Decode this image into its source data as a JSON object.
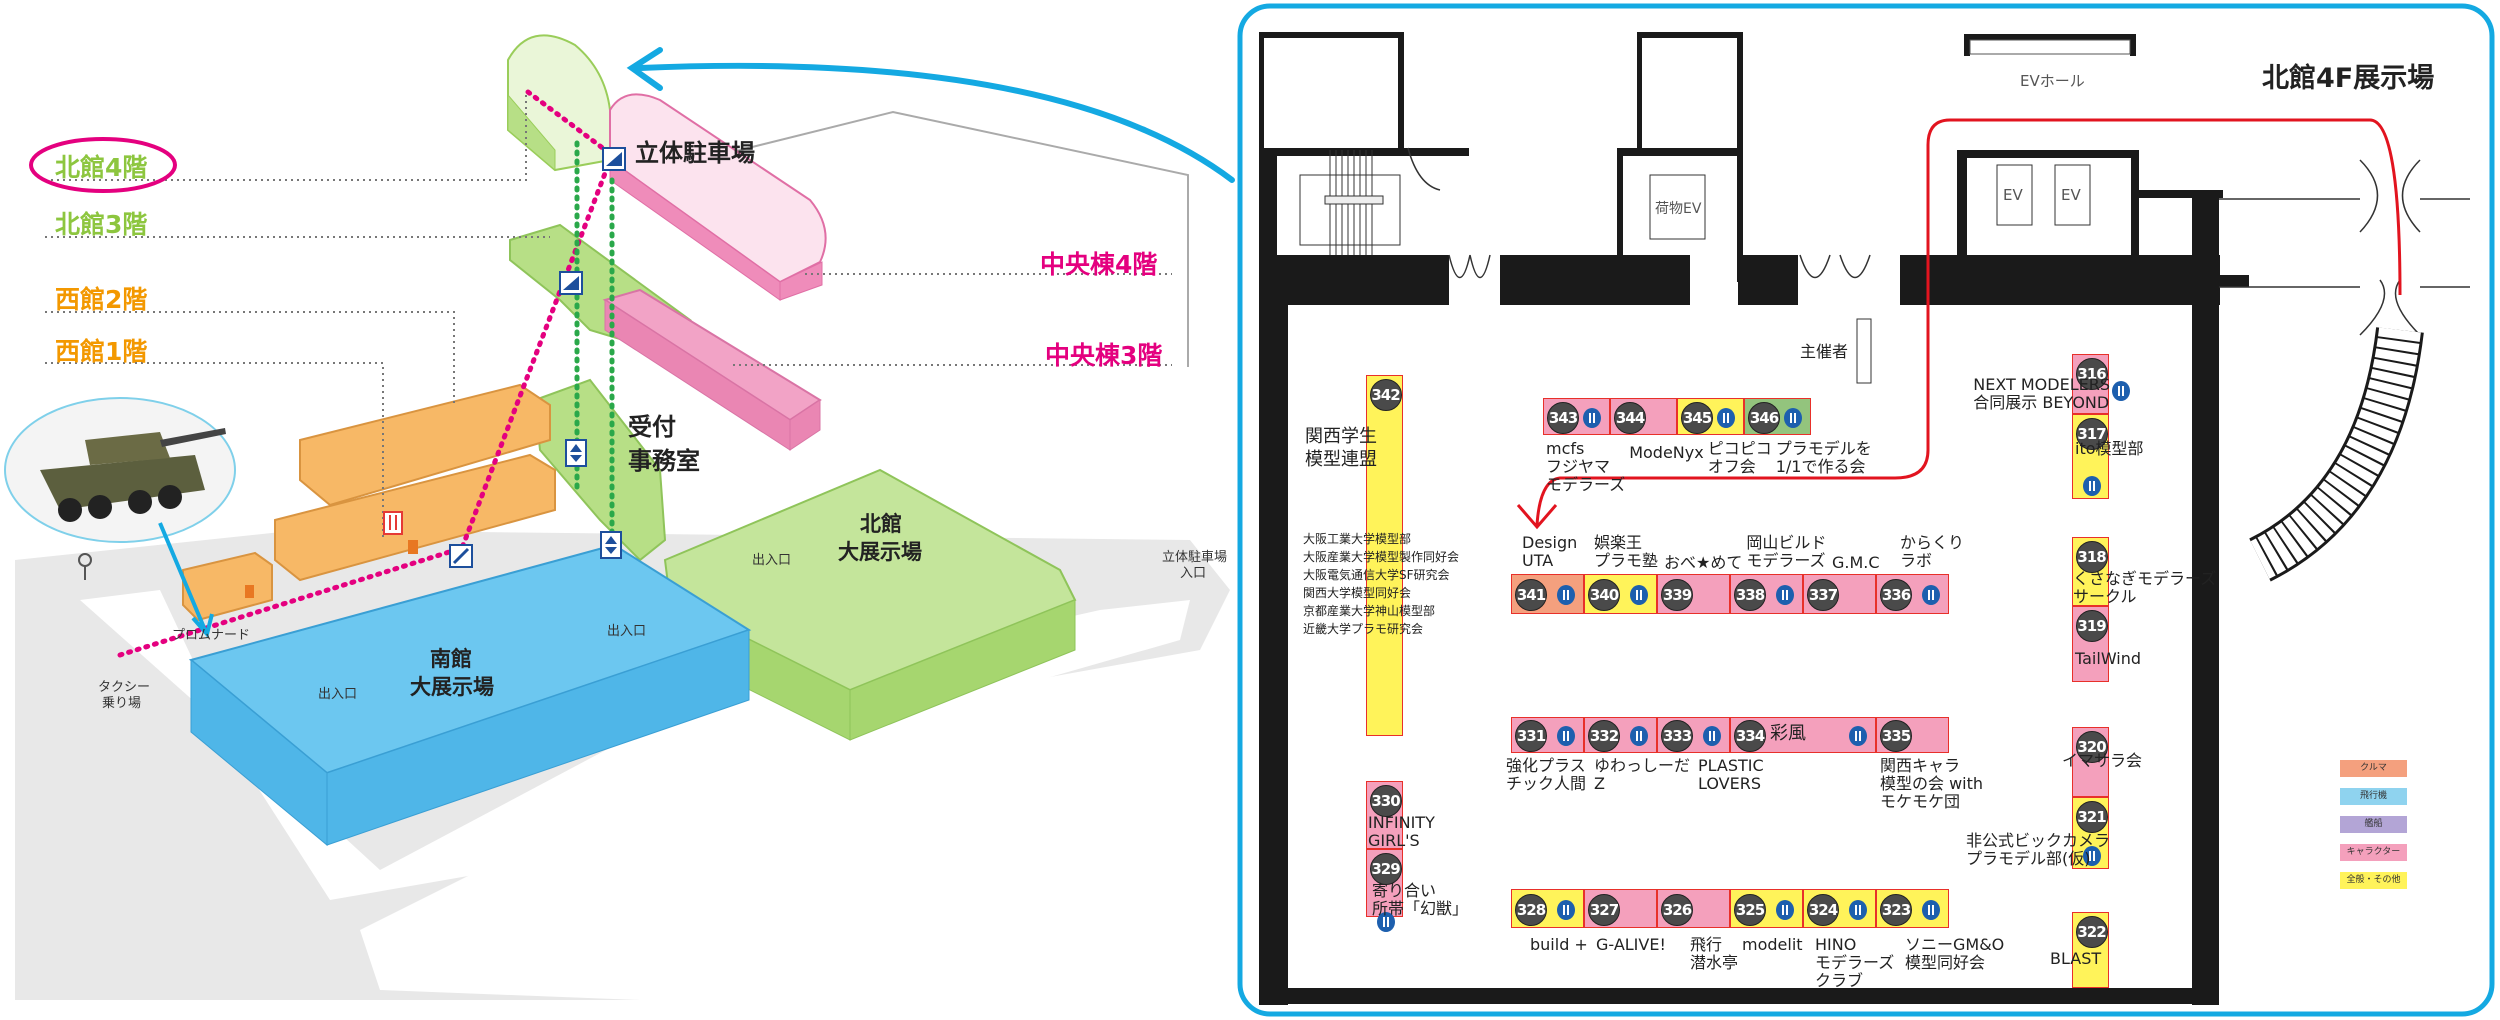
{
  "site_map": {
    "floor_labels": {
      "north_4f": "北館4階",
      "north_3f": "北館3階",
      "west_2f": "西館2階",
      "west_1f": "西館1階",
      "central_4f": "中央棟4階",
      "central_3f": "中央棟3階"
    },
    "buildings": {
      "parking": "立体駐車場",
      "reception": [
        "受付",
        "事務室"
      ],
      "north_hall": [
        "北館",
        "大展示場"
      ],
      "south_hall": [
        "南館",
        "大展示場"
      ]
    },
    "small_labels": {
      "promenade": "プロムナード",
      "taxi": [
        "タクシー",
        "乗り場"
      ],
      "parking_entrance": [
        "立体駐車場",
        "入口"
      ],
      "entrance": "出入口"
    },
    "colors": {
      "north": "#8dc63f",
      "west": "#f39800",
      "central": "#e4007f",
      "south": "#5bc0eb",
      "arrow": "#14a9e2"
    }
  },
  "floor_plan": {
    "title": "北館4F展示場",
    "ev_hall": "EVホール",
    "freight_ev": "荷物EV",
    "ev": "EV",
    "organizer": "主催者",
    "student_federation": [
      "関西学生",
      "模型連盟"
    ],
    "universities": [
      "大阪工業大学模型部",
      "大阪産業大学模型製作同好会",
      "大阪電気通信大学SF研究会",
      "関西大学模型同好会",
      "京都産業大学神山模型部",
      "近畿大学プラモ研究会"
    ],
    "legend": [
      {
        "label": "クルマ",
        "color": "#f4a07e"
      },
      {
        "label": "飛行機",
        "color": "#8fd3ef"
      },
      {
        "label": "艦船",
        "color": "#b3a5d6"
      },
      {
        "label": "キャラクター",
        "color": "#f4a0bc"
      },
      {
        "label": "全般・その他",
        "color": "#fff35a"
      }
    ],
    "booths": [
      {
        "number": "343",
        "name": [
          "mcfs",
          "フジヤマ",
          "モデラーズ"
        ],
        "color": "#f4a0bc",
        "marker": true
      },
      {
        "number": "344",
        "name": [
          "ModeNyx"
        ],
        "color": "#f4a0bc",
        "marker": false
      },
      {
        "number": "345",
        "name": [
          "ピコピコ",
          "オフ会"
        ],
        "color": "#fff35a",
        "marker": true
      },
      {
        "number": "346",
        "name": [
          "プラモデルを",
          "1/1で作る会"
        ],
        "color": "#93c47d",
        "marker": true
      },
      {
        "number": "342",
        "name": [],
        "color": "#fff35a",
        "marker": false
      },
      {
        "number": "341",
        "name": [
          "Design",
          "UTA"
        ],
        "color": "#f4a07e",
        "marker": true
      },
      {
        "number": "340",
        "name": [
          "娯楽王",
          "プラモ塾"
        ],
        "color": "#fff35a",
        "marker": true
      },
      {
        "number": "339",
        "name": [
          "おべ★めて"
        ],
        "color": "#f4a0bc",
        "marker": false
      },
      {
        "number": "338",
        "name": [
          "岡山ビルド",
          "モデラーズ"
        ],
        "color": "#f4a0bc",
        "marker": true
      },
      {
        "number": "337",
        "name": [
          "G.M.C"
        ],
        "color": "#f4a0bc",
        "marker": false
      },
      {
        "number": "336",
        "name": [
          "からくり",
          "ラボ"
        ],
        "color": "#f4a0bc",
        "marker": true
      },
      {
        "number": "331",
        "name": [
          "強化プラス",
          "チック人間"
        ],
        "color": "#f4a0bc",
        "marker": true
      },
      {
        "number": "332",
        "name": [
          "ゆわっしーだ",
          "Z"
        ],
        "color": "#f4a0bc",
        "marker": true
      },
      {
        "number": "333",
        "name": [
          "PLASTIC",
          "LOVERS"
        ],
        "color": "#f4a0bc",
        "marker": true
      },
      {
        "number": "334",
        "name": [
          "彩風"
        ],
        "color": "#f4a0bc",
        "marker": true
      },
      {
        "number": "335",
        "name": [
          "関西キャラ",
          "模型の会 with",
          "モケモケ団"
        ],
        "color": "#f4a0bc",
        "marker": false
      },
      {
        "number": "330",
        "name": [
          "INFINITY",
          "GIRL'S"
        ],
        "color": "#f4a0bc",
        "marker": false
      },
      {
        "number": "329",
        "name": [
          "寄り合い",
          "所帯「幻獣」"
        ],
        "color": "#f4a0bc",
        "marker": true
      },
      {
        "number": "328",
        "name": [
          "build +"
        ],
        "color": "#fff35a",
        "marker": true
      },
      {
        "number": "327",
        "name": [
          "G-ALIVE!"
        ],
        "color": "#f4a0bc",
        "marker": false
      },
      {
        "number": "326",
        "name": [
          "飛行",
          "潜水亭"
        ],
        "color": "#f4a0bc",
        "marker": false
      },
      {
        "number": "325",
        "name": [
          "modelit"
        ],
        "color": "#fff35a",
        "marker": true
      },
      {
        "number": "324",
        "name": [
          "HINO",
          "モデラーズ",
          "クラブ"
        ],
        "color": "#fff35a",
        "marker": true
      },
      {
        "number": "323",
        "name": [
          "ソニーGM&O",
          "模型同好会"
        ],
        "color": "#fff35a",
        "marker": true
      },
      {
        "number": "316",
        "name": [
          "NEXT MODELERS",
          "合同展示 BEYOND"
        ],
        "color": "#f4a0bc",
        "marker": true
      },
      {
        "number": "317",
        "name": [
          "ito模型部"
        ],
        "color": "#fff35a",
        "marker": true
      },
      {
        "number": "318",
        "name": [
          "くさなぎモデラーズ",
          "サークル"
        ],
        "color": "#fff35a",
        "marker": false
      },
      {
        "number": "319",
        "name": [
          "TailWind"
        ],
        "color": "#f4a0bc",
        "marker": false
      },
      {
        "number": "320",
        "name": [
          "イマサラ会"
        ],
        "color": "#f4a0bc",
        "marker": false
      },
      {
        "number": "321",
        "name": [
          "非公式ビックカメラ",
          "プラモデル部(仮)"
        ],
        "color": "#fff35a",
        "marker": true
      },
      {
        "number": "322",
        "name": [
          "BLAST"
        ],
        "color": "#fff35a",
        "marker": false
      }
    ]
  }
}
